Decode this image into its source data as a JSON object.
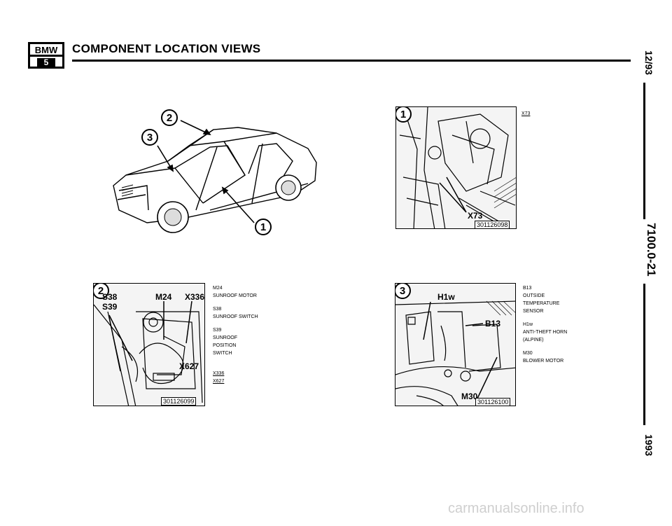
{
  "header": {
    "logo_top": "BMW",
    "logo_bottom": "5",
    "title": "COMPONENT LOCATION VIEWS"
  },
  "side": {
    "date": "12/93",
    "doc_number": "7100.0-21",
    "year": "1993"
  },
  "car_view": {
    "callouts": [
      "2",
      "3",
      "1"
    ]
  },
  "detail_1": {
    "number": "1",
    "labels": [
      "X73"
    ],
    "ref": "301126098",
    "legend": [
      {
        "code": "X73",
        "desc": ""
      }
    ]
  },
  "detail_2": {
    "number": "2",
    "labels": [
      "S38",
      "S39",
      "M24",
      "X336",
      "X627"
    ],
    "ref": "301126099",
    "legend": [
      {
        "code": "M24",
        "desc": "SUNROOF MOTOR"
      },
      {
        "code": "S38",
        "desc": "SUNROOF SWITCH"
      },
      {
        "code": "S39",
        "desc": "SUNROOF POSITION SWITCH"
      },
      {
        "code": "X336",
        "desc": ""
      },
      {
        "code": "X627",
        "desc": ""
      }
    ]
  },
  "detail_3": {
    "number": "3",
    "labels": [
      "H1w",
      "B13",
      "M30"
    ],
    "ref": "301126100",
    "legend": [
      {
        "code": "B13",
        "desc": "OUTSIDE TEMPERATURE SENSOR"
      },
      {
        "code": "H1w",
        "desc": "ANTI-THEFT HORN (ALPINE)"
      },
      {
        "code": "M30",
        "desc": "BLOWER MOTOR"
      }
    ]
  },
  "watermark": "carmanualsonline.info"
}
